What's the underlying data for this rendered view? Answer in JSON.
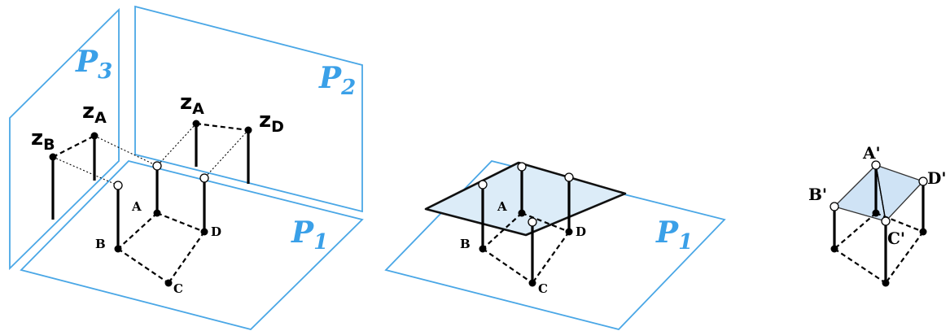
{
  "figure": {
    "panels": [
      {
        "id": "left",
        "planes": [
          {
            "letter": "P",
            "index": "3"
          },
          {
            "letter": "P",
            "index": "2"
          },
          {
            "letter": "P",
            "index": "1"
          }
        ],
        "heights": [
          {
            "letter": "z",
            "index": "B"
          },
          {
            "letter": "z",
            "index": "A"
          },
          {
            "letter": "z",
            "index": "A"
          },
          {
            "letter": "z",
            "index": "D"
          }
        ],
        "points": [
          "A",
          "B",
          "C",
          "D"
        ]
      },
      {
        "id": "middle",
        "planes": [
          {
            "letter": "P",
            "index": "1"
          }
        ],
        "points": [
          "A",
          "B",
          "C",
          "D"
        ]
      },
      {
        "id": "right",
        "points": [
          "A'",
          "B'",
          "C'",
          "D'"
        ]
      }
    ]
  }
}
